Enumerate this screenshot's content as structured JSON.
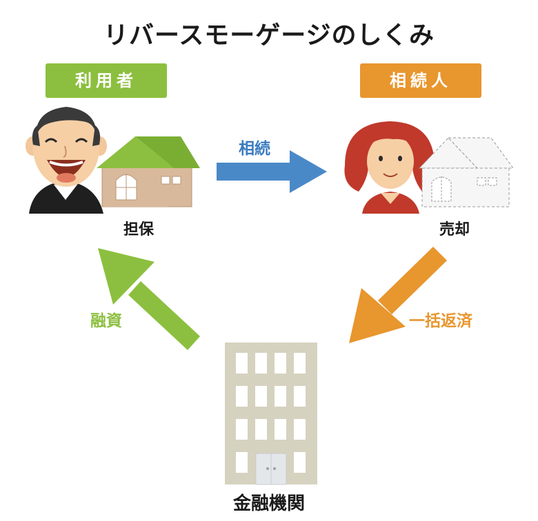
{
  "title": "リバースモーゲージのしくみ",
  "roles": {
    "user": "利用者",
    "heir": "相続人"
  },
  "labels": {
    "collateral": "担保",
    "sale": "売却",
    "bank": "金融機関"
  },
  "arrows": {
    "inherit": "相続",
    "loan": "融資",
    "repay": "一括返済"
  },
  "colors": {
    "green": "#8cbf3f",
    "orange": "#e8962e",
    "blue": "#4a89c8",
    "house_wall": "#d9b99b",
    "house_roof": "#8cbf3f",
    "building": "#d6d2c0"
  }
}
